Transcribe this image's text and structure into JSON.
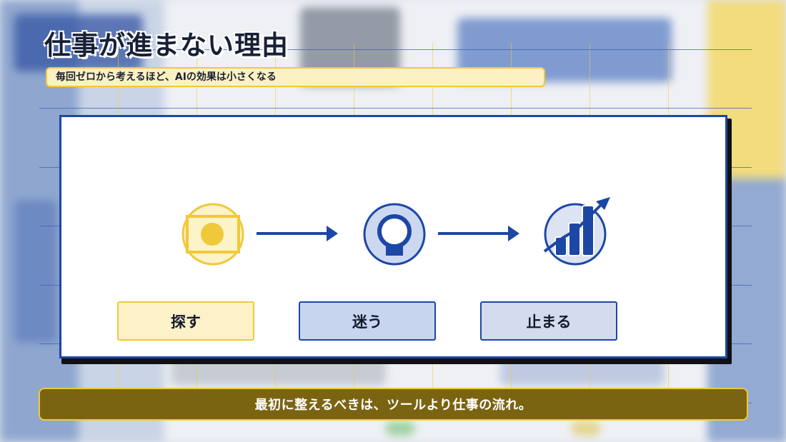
{
  "slide": {
    "title": "仕事が進まない理由",
    "subtitle": "毎回ゼロから考えるほど、AIの効果は小さくなる",
    "steps": [
      {
        "label": "探す",
        "icon": "search-image-icon"
      },
      {
        "label": "迷う",
        "icon": "ring-person-icon"
      },
      {
        "label": "止まる",
        "icon": "growth-chart-icon"
      }
    ],
    "banner": "最初に整えるべきは、ツールより仕事の流れ。"
  },
  "colors": {
    "navy": "#1d47a5",
    "yellow": "#f0c93a",
    "banner": "#7b6411",
    "title": "#172036"
  }
}
